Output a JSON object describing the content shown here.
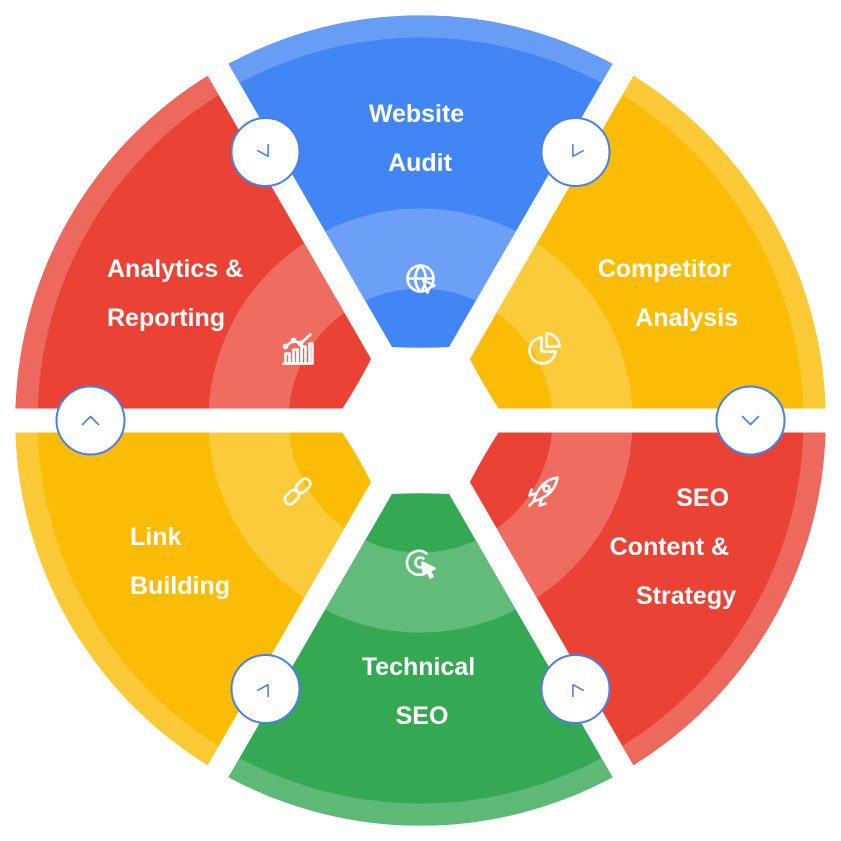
{
  "colors": {
    "blue": "#4285f4",
    "red": "#ea4335",
    "yellow": "#fbbc05",
    "green": "#34a853",
    "connector_stroke": "#4a7ee8",
    "background": "#ffffff"
  },
  "segments": [
    {
      "id": "website-audit",
      "color": "#4285f4",
      "lines": [
        "Website",
        "Audit"
      ],
      "icon": "globe-cursor-icon"
    },
    {
      "id": "competitor-analysis",
      "color": "#fbbc05",
      "lines": [
        "Competitor",
        "Analysis"
      ],
      "icon": "pie-chart-icon"
    },
    {
      "id": "seo-content-strategy",
      "color": "#ea4335",
      "lines": [
        "SEO",
        "Content &",
        "Strategy"
      ],
      "icon": "rocket-icon"
    },
    {
      "id": "technical-seo",
      "color": "#34a853",
      "lines": [
        "Technical",
        "SEO"
      ],
      "icon": "target-cursor-icon"
    },
    {
      "id": "link-building",
      "color": "#fbbc05",
      "lines": [
        "Link",
        "Building"
      ],
      "icon": "link-icon"
    },
    {
      "id": "analytics-reporting",
      "color": "#ea4335",
      "lines": [
        "Analytics &",
        "Reporting"
      ],
      "icon": "bar-chart-trend-icon"
    }
  ],
  "connectors": [
    {
      "between": [
        "website-audit",
        "competitor-analysis"
      ],
      "icon": "chevron-icon"
    },
    {
      "between": [
        "competitor-analysis",
        "seo-content-strategy"
      ],
      "icon": "chevron-down-icon"
    },
    {
      "between": [
        "seo-content-strategy",
        "technical-seo"
      ],
      "icon": "chevron-icon"
    },
    {
      "between": [
        "technical-seo",
        "link-building"
      ],
      "icon": "chevron-icon"
    },
    {
      "between": [
        "link-building",
        "analytics-reporting"
      ],
      "icon": "chevron-up-icon"
    },
    {
      "between": [
        "analytics-reporting",
        "website-audit"
      ],
      "icon": "chevron-icon"
    }
  ]
}
